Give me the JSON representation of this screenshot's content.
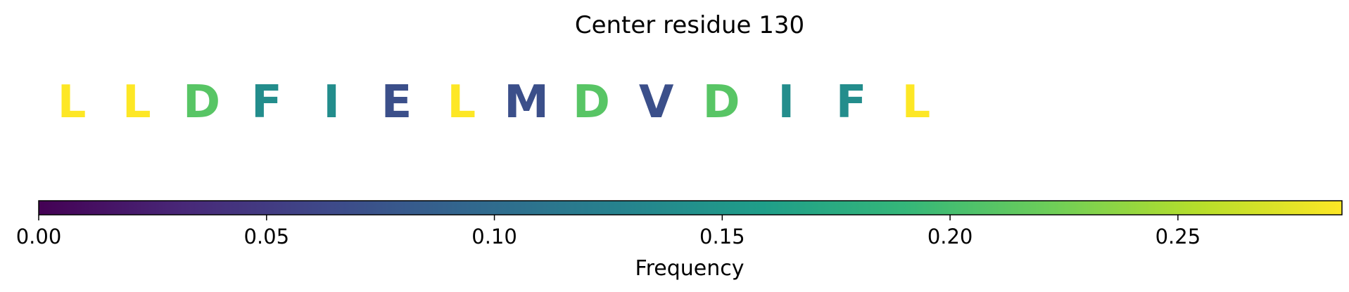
{
  "chart_data": {
    "type": "heatmap",
    "title": "Center residue 130",
    "residues": [
      {
        "letter": "L",
        "frequency": 0.29
      },
      {
        "letter": "L",
        "frequency": 0.29
      },
      {
        "letter": "D",
        "frequency": 0.21
      },
      {
        "letter": "F",
        "frequency": 0.14
      },
      {
        "letter": "I",
        "frequency": 0.14
      },
      {
        "letter": "E",
        "frequency": 0.07
      },
      {
        "letter": "L",
        "frequency": 0.29
      },
      {
        "letter": "M",
        "frequency": 0.07
      },
      {
        "letter": "D",
        "frequency": 0.21
      },
      {
        "letter": "V",
        "frequency": 0.07
      },
      {
        "letter": "D",
        "frequency": 0.21
      },
      {
        "letter": "I",
        "frequency": 0.14
      },
      {
        "letter": "F",
        "frequency": 0.14
      },
      {
        "letter": "L",
        "frequency": 0.29
      }
    ],
    "colorbar": {
      "label": "Frequency",
      "range": [
        0,
        0.286
      ],
      "ticks": [
        0.0,
        0.05,
        0.1,
        0.15,
        0.2,
        0.25
      ],
      "tick_labels": [
        "0.00",
        "0.05",
        "0.10",
        "0.15",
        "0.20",
        "0.25"
      ],
      "colormap": "viridis",
      "colormap_stops": [
        "#440154",
        "#482878",
        "#3e4989",
        "#31688e",
        "#26828e",
        "#1f9e89",
        "#35b779",
        "#6ece58",
        "#b5de2b",
        "#fde725"
      ]
    }
  }
}
